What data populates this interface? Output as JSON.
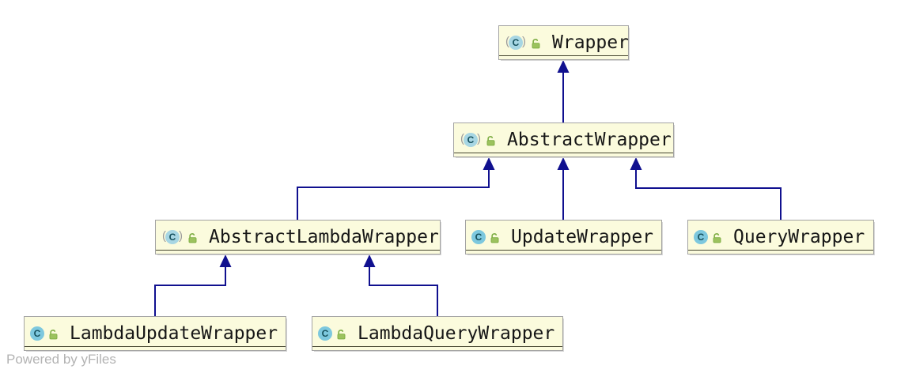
{
  "diagram": {
    "watermark": "Powered by yFiles",
    "colors": {
      "node_fill": "#FBFBDD",
      "node_border": "#A3A3A3",
      "node_separator": "#45452F",
      "edge": "#10108F",
      "class_icon_abstract_fill": "#A7D6E3",
      "class_icon_concrete_fill": "#7DC8DE",
      "class_icon_letter": "#15505C",
      "lock_green": "#9CC25E",
      "label_text": "#161616",
      "watermark_gray": "#B3B3B3"
    },
    "nodes": [
      {
        "id": "Wrapper",
        "label": "Wrapper",
        "kind": "abstract",
        "icon_letter": "C",
        "paren_left": "(",
        "paren_right": ")",
        "modifier_icon": "unlocked-padlock"
      },
      {
        "id": "AbstractWrapper",
        "label": "AbstractWrapper",
        "kind": "abstract",
        "icon_letter": "C",
        "paren_left": "(",
        "paren_right": ")",
        "modifier_icon": "unlocked-padlock"
      },
      {
        "id": "AbstractLambdaWrapper",
        "label": "AbstractLambdaWrapper",
        "kind": "abstract",
        "icon_letter": "C",
        "paren_left": "(",
        "paren_right": ")",
        "modifier_icon": "unlocked-padlock"
      },
      {
        "id": "UpdateWrapper",
        "label": "UpdateWrapper",
        "kind": "class",
        "icon_letter": "C",
        "paren_left": "",
        "paren_right": "",
        "modifier_icon": "unlocked-padlock"
      },
      {
        "id": "QueryWrapper",
        "label": "QueryWrapper",
        "kind": "class",
        "icon_letter": "C",
        "paren_left": "",
        "paren_right": "",
        "modifier_icon": "unlocked-padlock"
      },
      {
        "id": "LambdaUpdateWrapper",
        "label": "LambdaUpdateWrapper",
        "kind": "class",
        "icon_letter": "C",
        "paren_left": "",
        "paren_right": "",
        "modifier_icon": "unlocked-padlock"
      },
      {
        "id": "LambdaQueryWrapper",
        "label": "LambdaQueryWrapper",
        "kind": "class",
        "icon_letter": "C",
        "paren_left": "",
        "paren_right": "",
        "modifier_icon": "unlocked-padlock"
      }
    ],
    "edges": [
      {
        "from": "AbstractWrapper",
        "to": "Wrapper",
        "type": "extends"
      },
      {
        "from": "AbstractLambdaWrapper",
        "to": "AbstractWrapper",
        "type": "extends"
      },
      {
        "from": "UpdateWrapper",
        "to": "AbstractWrapper",
        "type": "extends"
      },
      {
        "from": "QueryWrapper",
        "to": "AbstractWrapper",
        "type": "extends"
      },
      {
        "from": "LambdaUpdateWrapper",
        "to": "AbstractLambdaWrapper",
        "type": "extends"
      },
      {
        "from": "LambdaQueryWrapper",
        "to": "AbstractLambdaWrapper",
        "type": "extends"
      }
    ]
  }
}
